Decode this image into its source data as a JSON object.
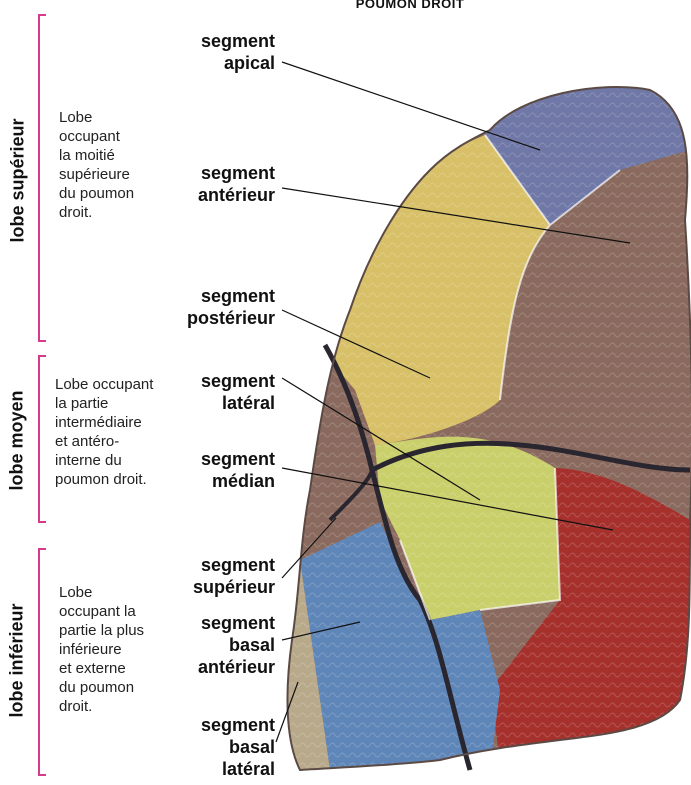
{
  "title": "POUMON DROIT",
  "lobes": [
    {
      "name": "lobe supérieur",
      "description": [
        "Lobe",
        "occupant",
        "la moitié",
        "supérieure",
        "du poumon",
        "droit."
      ]
    },
    {
      "name": "lobe moyen",
      "description": [
        "Lobe occupant",
        "la partie",
        "intermédiaire",
        "et antéro-",
        "interne du",
        "poumon droit."
      ]
    },
    {
      "name": "lobe inférieur",
      "description": [
        "Lobe",
        "occupant la",
        "partie la plus",
        "inférieure",
        "et externe",
        "du poumon",
        "droit."
      ]
    }
  ],
  "segments": [
    {
      "lines": [
        "segment",
        "apical"
      ]
    },
    {
      "lines": [
        "segment",
        "antérieur"
      ]
    },
    {
      "lines": [
        "segment",
        "postérieur"
      ]
    },
    {
      "lines": [
        "segment",
        "latéral"
      ]
    },
    {
      "lines": [
        "segment",
        "médian"
      ]
    },
    {
      "lines": [
        "segment",
        "supérieur"
      ]
    },
    {
      "lines": [
        "segment",
        "basal",
        "antérieur"
      ]
    },
    {
      "lines": [
        "segment",
        "basal",
        "latéral"
      ]
    }
  ],
  "colors": {
    "bracket": "#d63a8c",
    "apical": "#6f78a6",
    "anterior": "#8a6a5e",
    "posterior": "#d7c067",
    "lateral": "#c9cf6a",
    "median": "#a5302c",
    "superior": "#8a6a5e",
    "basal_anterior": "#5f86b8",
    "basal_lateral": "#b7a98a"
  }
}
